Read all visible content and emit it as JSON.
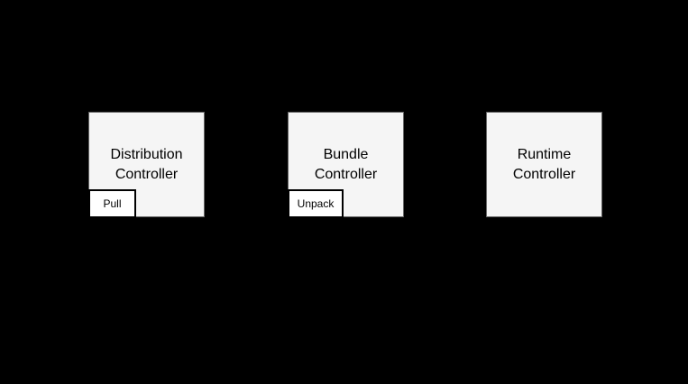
{
  "diagram": {
    "colors": {
      "background": "#000000",
      "node_fill": "#f5f5f5",
      "node_stroke": "#666666",
      "sub_fill": "#ffffff",
      "sub_stroke": "#000000",
      "text": "#000000"
    },
    "nodes": [
      {
        "label": "Distribution Controller",
        "sub_label": "Pull"
      },
      {
        "label": "Bundle Controller",
        "sub_label": "Unpack"
      },
      {
        "label": "Runtime Controller"
      }
    ]
  }
}
